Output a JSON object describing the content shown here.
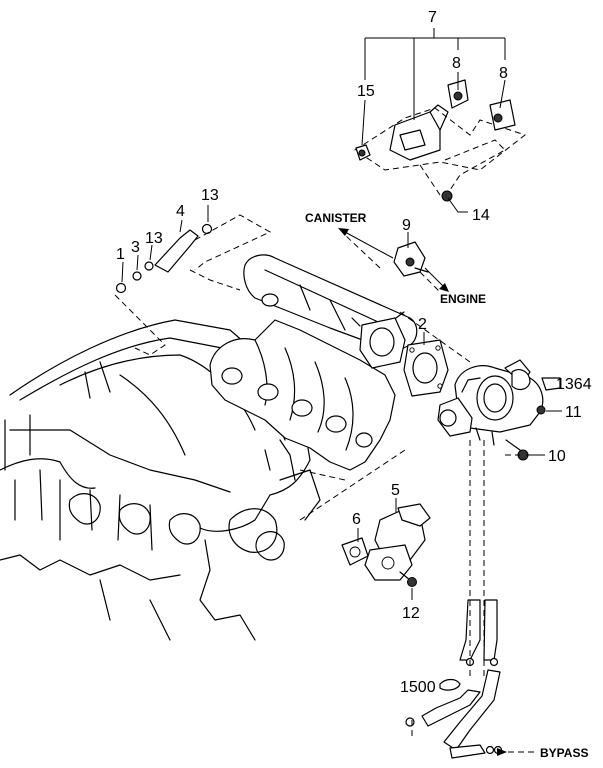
{
  "callouts": {
    "c1": "1",
    "c2": "2",
    "c3": "3",
    "c4": "4",
    "c5": "5",
    "c6": "6",
    "c7": "7",
    "c8a": "8",
    "c8b": "8",
    "c9": "9",
    "c10": "10",
    "c11": "11",
    "c12": "12",
    "c13a": "13",
    "c13b": "13",
    "c14": "14",
    "c15": "15",
    "c1364": "1364",
    "c1500": "1500"
  },
  "labels": {
    "canister": "CANISTER",
    "engine": "ENGINE",
    "bypass": "BYPASS"
  }
}
